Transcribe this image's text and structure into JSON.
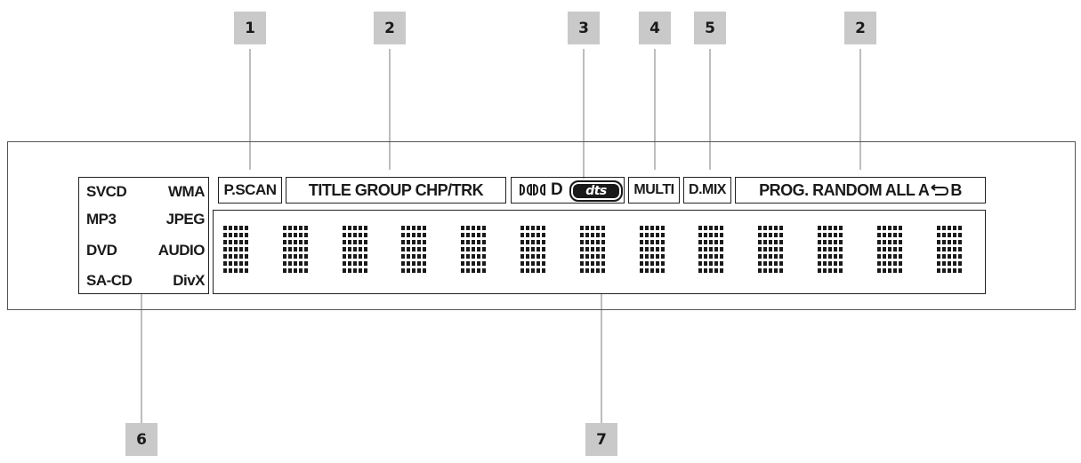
{
  "callouts": [
    {
      "number": "1",
      "target": "P.SCAN"
    },
    {
      "number": "2",
      "target": "TITLE GROUP CHP/TRK"
    },
    {
      "number": "3",
      "target": "DD D dts"
    },
    {
      "number": "4",
      "target": "MULTI"
    },
    {
      "number": "5",
      "target": "D.MIX"
    },
    {
      "number": "2",
      "target": "PROG. RANDOM ALL A-B"
    },
    {
      "number": "6",
      "target": "disc formats"
    },
    {
      "number": "7",
      "target": "dot-matrix display"
    }
  ],
  "indicators": {
    "pscan": "P.SCAN",
    "title_group": "TITLE GROUP CHP/TRK",
    "dd_letter": "D",
    "dts": "dts",
    "multi": "MULTI",
    "dmix": "D.MIX",
    "prog_random": "PROG. RANDOM ALL A",
    "repeat_b": "B"
  },
  "formats": {
    "svcd": "SVCD",
    "wma": "WMA",
    "mp3": "MP3",
    "jpeg": "JPEG",
    "dvd": "DVD",
    "audio": "AUDIO",
    "sacd": "SA-CD",
    "divx": "DivX"
  },
  "matrix": {
    "digits": 13,
    "cols": 5,
    "rows": 7
  }
}
